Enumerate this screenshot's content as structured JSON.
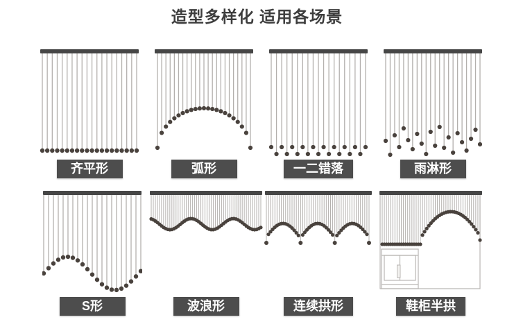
{
  "title": "造型多样化 适用各场景",
  "colors": {
    "bar": "#464646",
    "string": "#b3b0ad",
    "bead": "#49423d",
    "outline": "#b9b6b3",
    "label_bg": "#4d4d4d",
    "label_text": "#ffffff",
    "title_text": "#3d3d3d",
    "background": "#ffffff"
  },
  "diagrams": [
    {
      "id": "flush",
      "label": "齐平形",
      "style": "flush"
    },
    {
      "id": "arc",
      "label": "弧形",
      "style": "arch"
    },
    {
      "id": "staggered",
      "label": "一二错落",
      "style": "staggered"
    },
    {
      "id": "rain",
      "label": "雨淋形",
      "style": "rain"
    },
    {
      "id": "s-shape",
      "label": "S形",
      "style": "s_curve"
    },
    {
      "id": "wave",
      "label": "波浪形",
      "style": "wave"
    },
    {
      "id": "arches",
      "label": "连续拱形",
      "style": "arches"
    },
    {
      "id": "shoe-cabinet",
      "label": "鞋柜半拱",
      "style": "half_arch_cabinet"
    }
  ]
}
